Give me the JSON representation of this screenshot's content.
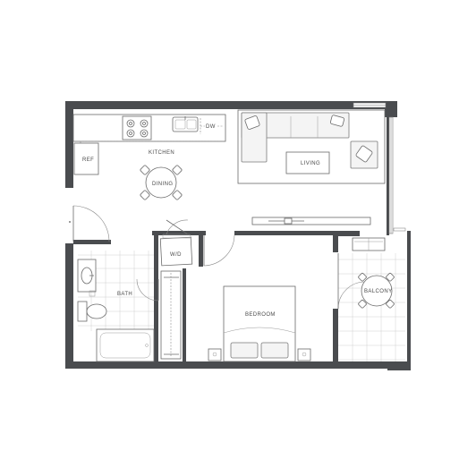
{
  "rooms": {
    "kitchen": "KITCHEN",
    "dining": "DINING",
    "living": "LIVING",
    "bath": "BATH",
    "bedroom": "BEDROOM",
    "balcony": "BALCONY"
  },
  "fixtures": {
    "ref": "REF",
    "dw": "DW",
    "washer_dryer": "W/D"
  }
}
